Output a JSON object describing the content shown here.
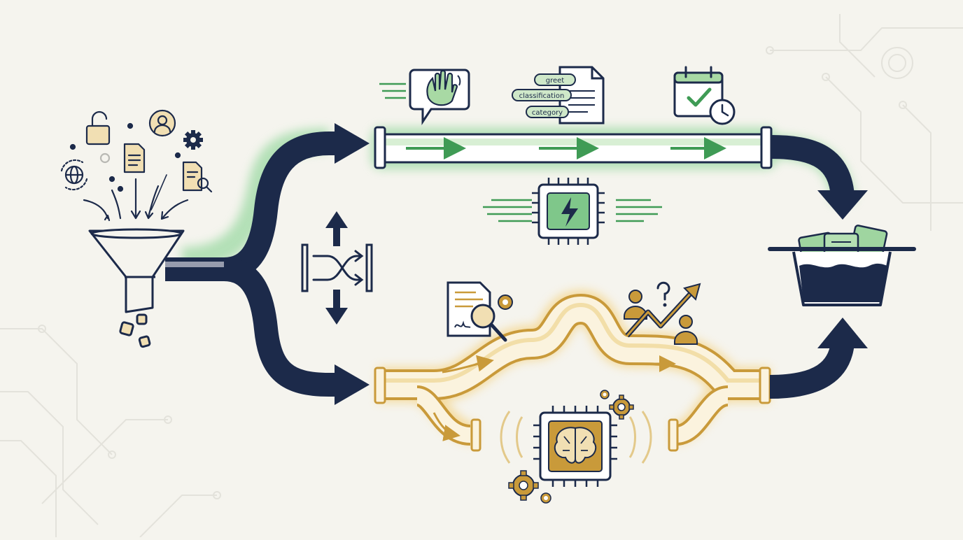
{
  "palette": {
    "background": "#f5f4ee",
    "navy": "#1c2a4a",
    "green": "#3f9b55",
    "green_light": "#cfe8c9",
    "gold": "#c99a3a",
    "gold_light": "#f1dfb3",
    "circuit": "#e2e1da"
  },
  "fast_path": {
    "tags": [
      "greet",
      "classification",
      "category"
    ],
    "icons": [
      "wave-hand-chat-icon",
      "document-tags-icon",
      "calendar-check-icon",
      "lightning-chip-icon"
    ]
  },
  "slow_path": {
    "icons": [
      "document-inspect-icon",
      "people-trend-question-icon",
      "brain-chip-icon",
      "gears-icon"
    ]
  },
  "router": {
    "icons": [
      "shuffle-router-icon",
      "up-arrow-icon",
      "down-arrow-icon"
    ]
  },
  "input": {
    "icons": [
      "funnel-icon",
      "unlock-icon",
      "user-icon",
      "gear-icon",
      "document-icon",
      "globe-sync-icon",
      "search-document-icon"
    ]
  },
  "output": {
    "icons": [
      "basket-icon"
    ]
  }
}
